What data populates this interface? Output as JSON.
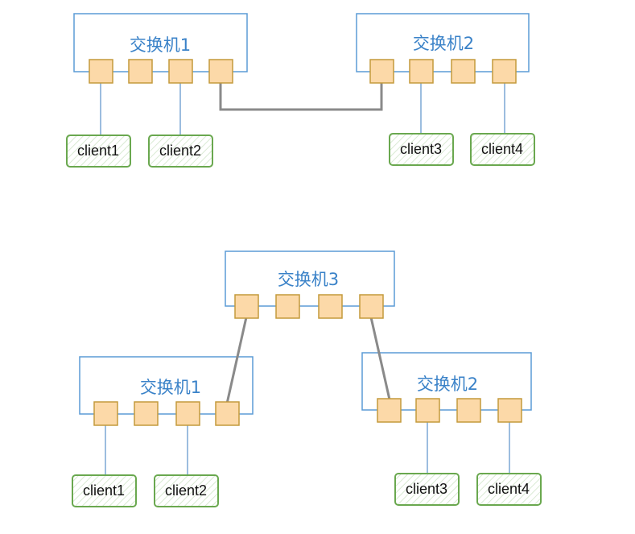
{
  "top_topology": {
    "switch_left": {
      "label": "交换机1"
    },
    "switch_right": {
      "label": "交换机2"
    },
    "clients": [
      "client1",
      "client2",
      "client3",
      "client4"
    ]
  },
  "bottom_topology": {
    "switch_top": {
      "label": "交换机3"
    },
    "switch_left": {
      "label": "交换机1"
    },
    "switch_right": {
      "label": "交换机2"
    },
    "clients": [
      "client1",
      "client2",
      "client3",
      "client4"
    ]
  },
  "colors": {
    "switch_border": "#5b9bd5",
    "switch_label": "#3a82c8",
    "port_fill": "#fcd9a8",
    "port_border": "#c49a3c",
    "client_border": "#6aa84f",
    "uplink": "#8a8a8a"
  }
}
